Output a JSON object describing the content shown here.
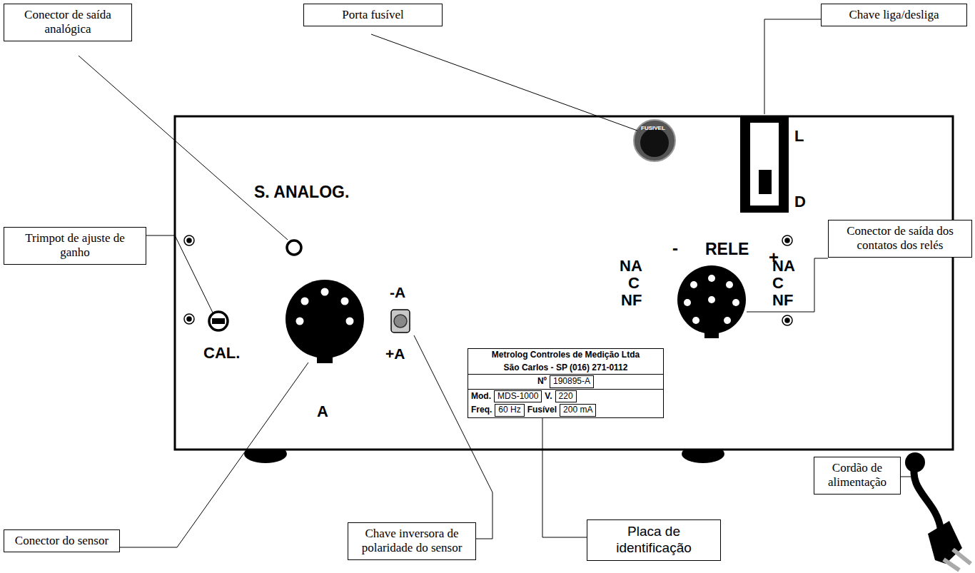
{
  "diagram": {
    "nodes": [
      {
        "text": [
          "Conector de saída analógica"
        ]
      },
      {
        "text": [
          "Porta fusível"
        ]
      },
      {
        "text": [
          "Chave liga/desliga"
        ]
      },
      {
        "text": [
          "Trimpot de ajuste de ganho"
        ]
      },
      {
        "text": [
          "Conector de saída dos contatos dos relés"
        ]
      },
      {
        "text": [
          "Metrolog Controles de Medição Ltda",
          "São Carlos - SP (016) 271-0112",
          "Nº",
          "190895-A",
          "Mod.",
          "MDS-1000",
          "V.",
          "220",
          "Freq.",
          "60 Hz",
          "Fusível",
          "200 mA"
        ]
      },
      {
        "text": [
          "Cordão de alimentação"
        ]
      },
      {
        "text": [
          "Conector do sensor"
        ]
      },
      {
        "text": [
          "Chave inversora de polaridade do sensor"
        ]
      },
      {
        "text": [
          "Placa de identificação"
        ]
      }
    ],
    "edges": [
      {
        "from": 9,
        "to": 5,
        "arrow": "none"
      }
    ],
    "labels": [
      "S. ANALOG.",
      "FUSIVEL",
      "L",
      "D",
      "RELE",
      "-",
      "+",
      "NA",
      "C",
      "NF",
      "NA",
      "C",
      "NF",
      "CAL.",
      "A",
      "-A",
      "+A"
    ]
  }
}
